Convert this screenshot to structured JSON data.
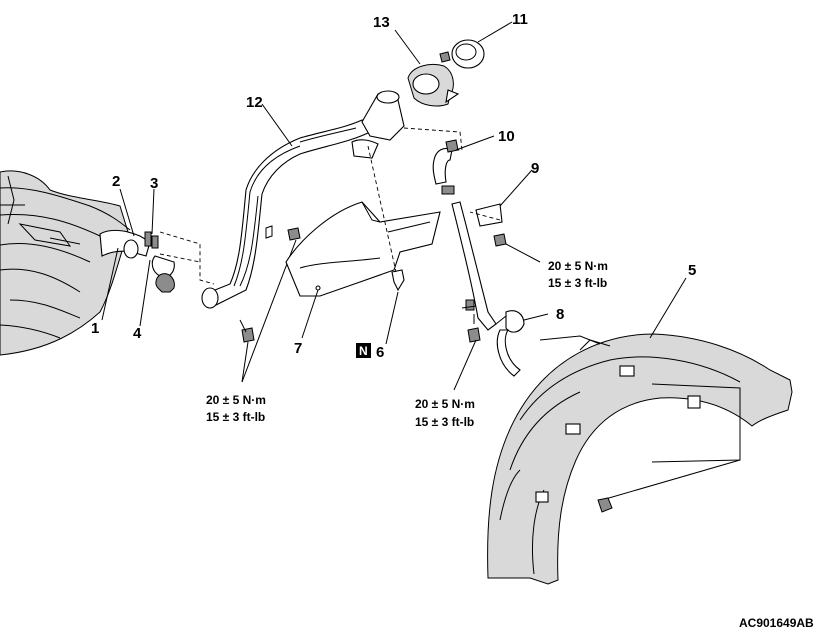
{
  "callouts": {
    "c1": "1",
    "c2": "2",
    "c3": "3",
    "c4": "4",
    "c5": "5",
    "c6": "6",
    "c7": "7",
    "c8": "8",
    "c9": "9",
    "c10": "10",
    "c11": "11",
    "c12": "12",
    "c13": "13"
  },
  "new_part_badge": "N",
  "torque_specs": [
    {
      "metric": "20 ± 5 N·m",
      "imperial": "15 ± 3 ft-lb"
    },
    {
      "metric": "20 ± 5 N·m",
      "imperial": "15 ± 3 ft-lb"
    },
    {
      "metric": "20 ± 5 N·m",
      "imperial": "15 ± 3 ft-lb"
    }
  ],
  "figure_code": "AC901649AB"
}
